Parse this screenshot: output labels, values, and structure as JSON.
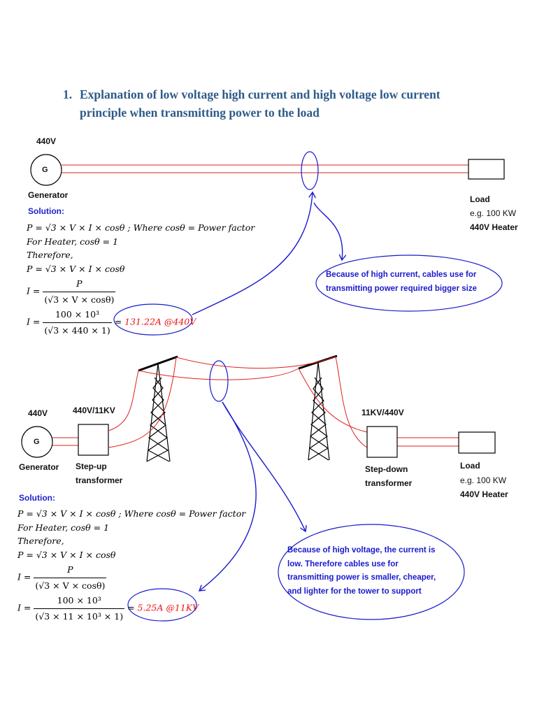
{
  "title": {
    "number": "1.",
    "line1": "Explanation of low voltage high current and high voltage low current",
    "line2": "principle when transmitting power to the load"
  },
  "diagram1": {
    "voltage": "440V",
    "generator_symbol": "G",
    "generator_label": "Generator",
    "load_label": "Load",
    "load_example": "e.g. 100 KW",
    "load_type": "440V Heater",
    "note": [
      "Because of high current, cables use for",
      "transmitting power required bigger size"
    ]
  },
  "solution1": {
    "heading": "Solution:",
    "eq1": "P = √3 × V × I × cosθ ; Where  cosθ = Power factor",
    "eq2": "For Heater, cosθ = 1",
    "eq3": "Therefore,",
    "eq4": "P = √3 × V × I × cosθ",
    "eq5_lhs": "I =",
    "eq5_num": "P",
    "eq5_den": "(√3 × V × cosθ)",
    "eq6_lhs": "I =",
    "eq6_num": "100 × 10³",
    "eq6_den": "(√3 × 440 × 1)",
    "eq6_eq": "=",
    "result": "131.22A @440V"
  },
  "diagram2": {
    "voltage": "440V",
    "generator_symbol": "G",
    "generator_label": "Generator",
    "stepup_ratio": "440V/11KV",
    "stepup_label1": "Step-up",
    "stepup_label2": "transformer",
    "stepdown_ratio": "11KV/440V",
    "stepdown_label1": "Step-down",
    "stepdown_label2": "transformer",
    "load_label": "Load",
    "load_example": "e.g. 100 KW",
    "load_type": "440V Heater",
    "note": [
      "Because of high voltage, the current is",
      "low. Therefore cables use for",
      "transmitting power is smaller, cheaper,",
      "and lighter for the tower to support"
    ]
  },
  "solution2": {
    "heading": "Solution:",
    "eq1": "P = √3 × V × I × cosθ ; Where  cosθ = Power factor",
    "eq2": "For Heater, cosθ = 1",
    "eq3": "Therefore,",
    "eq4": "P = √3 × V × I × cosθ",
    "eq5_lhs": "I =",
    "eq5_num": "P",
    "eq5_den": "(√3 × V × cosθ)",
    "eq6_lhs": "I =",
    "eq6_num": "100 × 10³",
    "eq6_den": "(√3 × 11 × 10³ × 1)",
    "eq6_eq": "=",
    "result": "5.25A @11KV"
  },
  "colors": {
    "line": "#e02020",
    "arrow": "#1a1acc",
    "title": "#2e5a8a",
    "highlight": "#e11111"
  }
}
